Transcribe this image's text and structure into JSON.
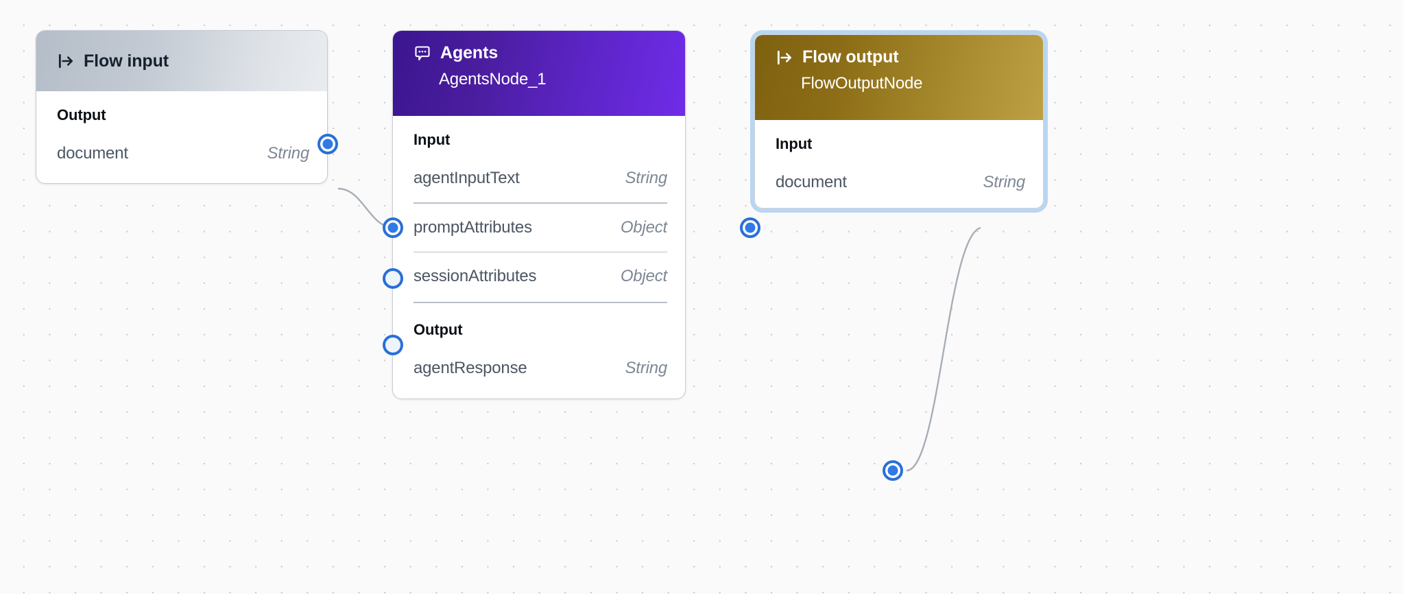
{
  "canvas": {
    "background_color": "#fafafa",
    "grid_dot_color": "#c6c6c6"
  },
  "nodes": [
    {
      "id": "flow-input",
      "title": "Flow input",
      "subtitle": "",
      "icon": "flow-input-arrow-icon",
      "header_gradient_from": "#b5bdc8",
      "header_gradient_to": "#e9ecef",
      "title_color": "#16212e",
      "selected": false,
      "sections": [
        {
          "label": "Output",
          "rows": [
            {
              "name": "document",
              "type": "String",
              "port_side": "right",
              "connected": true
            }
          ]
        }
      ]
    },
    {
      "id": "agents",
      "title": "Agents",
      "subtitle": "AgentsNode_1",
      "icon": "chat-bubble-dots-icon",
      "header_gradient_from": "#3b1590",
      "header_gradient_to": "#6f2ce8",
      "title_color": "#ffffff",
      "selected": false,
      "sections": [
        {
          "label": "Input",
          "rows": [
            {
              "name": "agentInputText",
              "type": "String",
              "port_side": "left",
              "connected": true
            },
            {
              "name": "promptAttributes",
              "type": "Object",
              "port_side": "left",
              "connected": false
            },
            {
              "name": "sessionAttributes",
              "type": "Object",
              "port_side": "left",
              "connected": false
            }
          ]
        },
        {
          "label": "Output",
          "rows": [
            {
              "name": "agentResponse",
              "type": "String",
              "port_side": "right",
              "connected": true
            }
          ]
        }
      ]
    },
    {
      "id": "flow-output",
      "title": "Flow output",
      "subtitle": "FlowOutputNode",
      "icon": "flow-output-arrow-icon",
      "header_gradient_from": "#7e6110",
      "header_gradient_to": "#bda043",
      "title_color": "#ffffff",
      "selected": true,
      "selection_ring_color": "#b9d5f0",
      "sections": [
        {
          "label": "Input",
          "rows": [
            {
              "name": "document",
              "type": "String",
              "port_side": "left",
              "connected": true
            }
          ]
        }
      ]
    }
  ],
  "edges": [
    {
      "from": "flow-input.document",
      "to": "agents.agentInputText",
      "color": "#a8aeb6"
    },
    {
      "from": "agents.agentResponse",
      "to": "flow-output.document",
      "color": "#a8aeb6"
    }
  ]
}
